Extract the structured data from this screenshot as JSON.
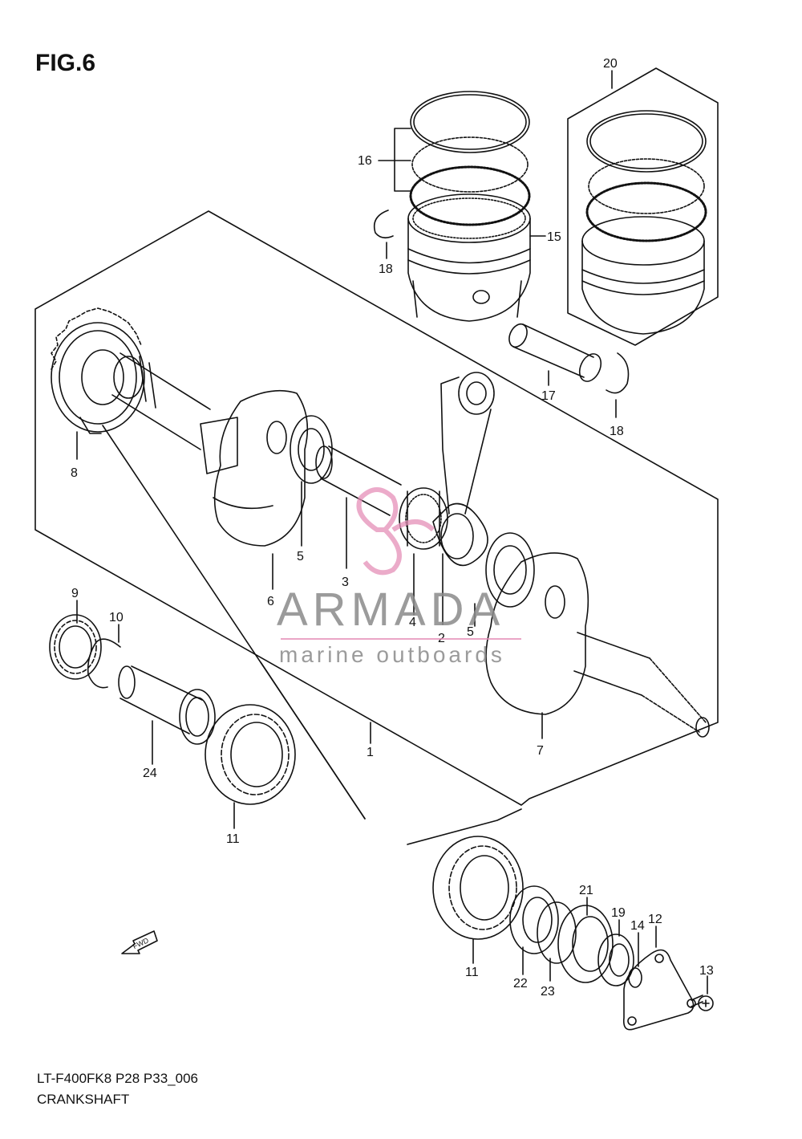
{
  "figure": {
    "title": "FIG.6",
    "code": "LT-F400FK8 P28 P33_006",
    "caption": "CRANKSHAFT"
  },
  "watermark": {
    "brand": "ARMADA",
    "tagline": "marine outboards",
    "accent_color": "#e58fb8",
    "text_color": "#8a8a8a"
  },
  "fwd_label": "FWD",
  "callouts": [
    {
      "id": "c20",
      "label": "20"
    },
    {
      "id": "c16",
      "label": "16"
    },
    {
      "id": "c15",
      "label": "15"
    },
    {
      "id": "c18a",
      "label": "18"
    },
    {
      "id": "c17",
      "label": "17"
    },
    {
      "id": "c18b",
      "label": "18"
    },
    {
      "id": "c8",
      "label": "8"
    },
    {
      "id": "c5a",
      "label": "5"
    },
    {
      "id": "c6",
      "label": "6"
    },
    {
      "id": "c3",
      "label": "3"
    },
    {
      "id": "c4",
      "label": "4"
    },
    {
      "id": "c2",
      "label": "2"
    },
    {
      "id": "c5b",
      "label": "5"
    },
    {
      "id": "c9",
      "label": "9"
    },
    {
      "id": "c10",
      "label": "10"
    },
    {
      "id": "c24",
      "label": "24"
    },
    {
      "id": "c1",
      "label": "1"
    },
    {
      "id": "c7",
      "label": "7"
    },
    {
      "id": "c11a",
      "label": "11"
    },
    {
      "id": "c21",
      "label": "21"
    },
    {
      "id": "c19",
      "label": "19"
    },
    {
      "id": "c14",
      "label": "14"
    },
    {
      "id": "c12",
      "label": "12"
    },
    {
      "id": "c13",
      "label": "13"
    },
    {
      "id": "c11b",
      "label": "11"
    },
    {
      "id": "c22",
      "label": "22"
    },
    {
      "id": "c23",
      "label": "23"
    }
  ]
}
